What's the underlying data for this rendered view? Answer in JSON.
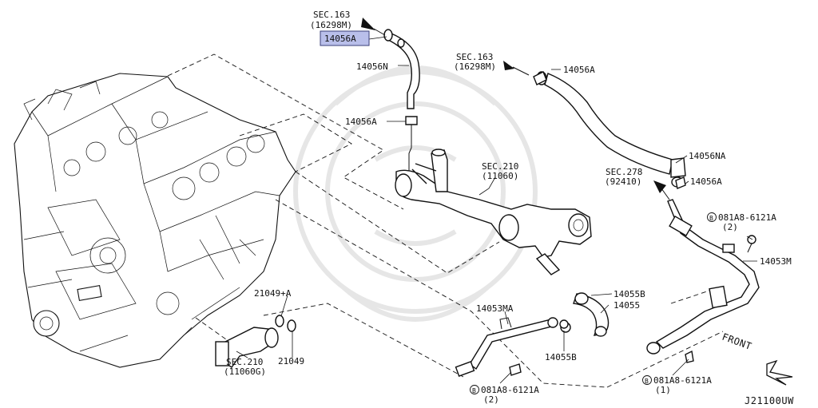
{
  "diagram": {
    "title_code": "J21100UW",
    "front_label": "FRONT",
    "highlight_color": "#b9bfea",
    "labels": {
      "sec163_top": "SEC.163",
      "sec163_top_sub": "(16298M)",
      "part_14056A_hl": "14056A",
      "part_14056N": "14056N",
      "part_14056A_mid": "14056A",
      "sec163_right": "SEC.163",
      "sec163_right_sub": "(16298M)",
      "part_14056A_right": "14056A",
      "sec210_top": "SEC.210",
      "sec210_top_sub": "(11060)",
      "part_14056NA": "14056NA",
      "sec278": "SEC.278",
      "sec278_sub": "(92410)",
      "part_14056A_r2": "14056A",
      "bolt_081A8_r1": "081A8-6121A",
      "bolt_qty_r1": "(2)",
      "part_14053M": "14053M",
      "part_21049A": "21049+A",
      "part_21049": "21049",
      "part_14053MA": "14053MA",
      "part_14055B_a": "14055B",
      "part_14055": "14055",
      "part_14055B_b": "14055B",
      "sec210_bot": "SEC.210",
      "sec210_bot_sub": "(11060G)",
      "bolt_081A8_bot": "081A8-6121A",
      "bolt_qty_bot": "(2)",
      "bolt_081A8_r2": "081A8-6121A",
      "bolt_qty_r2": "(1)",
      "bolt_prefix": "B"
    }
  }
}
